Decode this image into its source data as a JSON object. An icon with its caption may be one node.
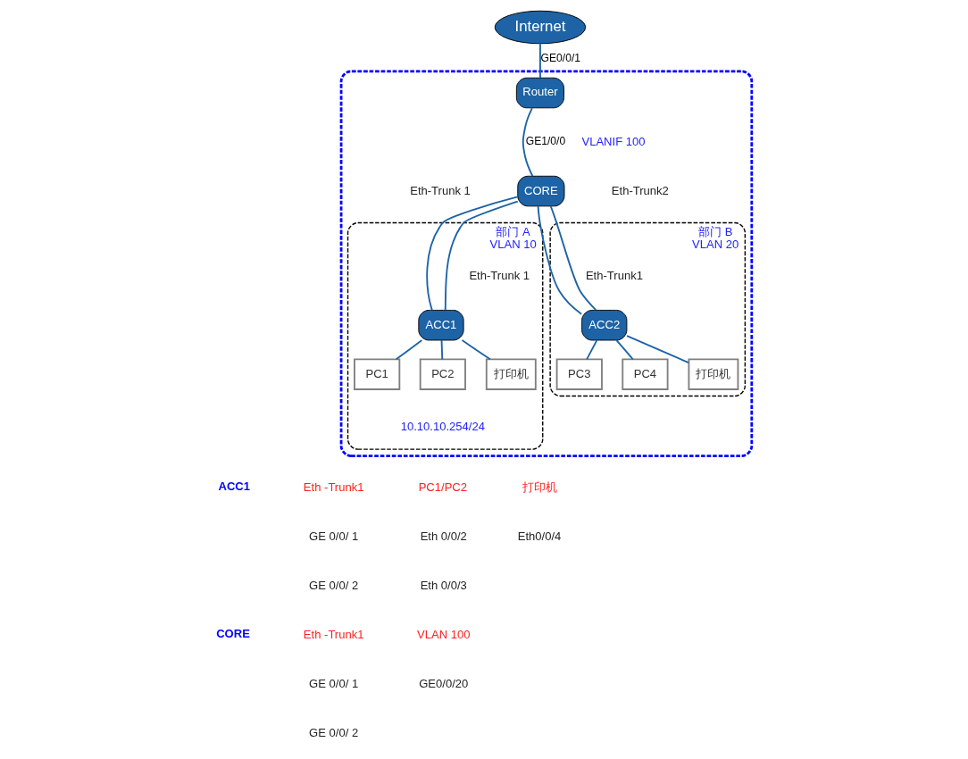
{
  "diagram": {
    "nodes": [
      {
        "text": [
          "Internet"
        ]
      },
      {
        "text": [],
        "shape": "box"
      },
      {
        "text": [
          "Router"
        ],
        "in": 1
      },
      {
        "text": [
          "CORE"
        ],
        "in": 1
      },
      {
        "text": [
          "部门 A",
          "VLAN 10"
        ],
        "in": 1
      },
      {
        "text": [
          "ACC1"
        ],
        "in": 4
      },
      {
        "text": [
          "PC1"
        ],
        "in": 4
      },
      {
        "text": [
          "PC2"
        ],
        "in": 4
      },
      {
        "text": [
          "打印机"
        ],
        "in": 4
      },
      {
        "text": [
          "部门 B",
          "VLAN 20"
        ],
        "in": 1
      },
      {
        "text": [
          "ACC2"
        ],
        "in": 9
      },
      {
        "text": [
          "PC3"
        ],
        "in": 9
      },
      {
        "text": [
          "PC4"
        ],
        "in": 9
      },
      {
        "text": [
          "打印机"
        ],
        "in": 9
      }
    ],
    "edges": [
      {
        "from": 0,
        "to": 2,
        "arrow": "none",
        "label": "GE0/0/1"
      },
      {
        "from": 2,
        "to": 3,
        "arrow": "none",
        "label": "GE1/0/0"
      },
      {
        "from": 3,
        "to": 5,
        "arrow": "none"
      },
      {
        "from": 3,
        "to": 5,
        "arrow": "none"
      },
      {
        "from": 3,
        "to": 10,
        "arrow": "none"
      },
      {
        "from": 3,
        "to": 10,
        "arrow": "none"
      },
      {
        "from": 5,
        "to": 6,
        "arrow": "none"
      },
      {
        "from": 5,
        "to": 7,
        "arrow": "none"
      },
      {
        "from": 5,
        "to": 8,
        "arrow": "none"
      },
      {
        "from": 10,
        "to": 11,
        "arrow": "none"
      },
      {
        "from": 10,
        "to": 12,
        "arrow": "none"
      },
      {
        "from": 10,
        "to": 13,
        "arrow": "none"
      }
    ],
    "labels": [
      "VLANIF 100",
      "Eth-Trunk 1",
      "Eth-Trunk2",
      "Eth-Trunk 1",
      "Eth-Trunk1",
      "10.10.10.254/24",
      "ACC1",
      "Eth -Trunk1",
      "GE 0/0/ 1",
      "GE 0/0/ 2",
      "PC1/PC2",
      "Eth 0/0/2",
      "Eth 0/0/3",
      "打印机",
      "Eth0/0/4",
      "CORE",
      "Eth -Trunk1",
      "GE 0/0/ 1",
      "GE 0/0/ 2",
      "VLAN 100",
      "GE0/0/20"
    ]
  }
}
